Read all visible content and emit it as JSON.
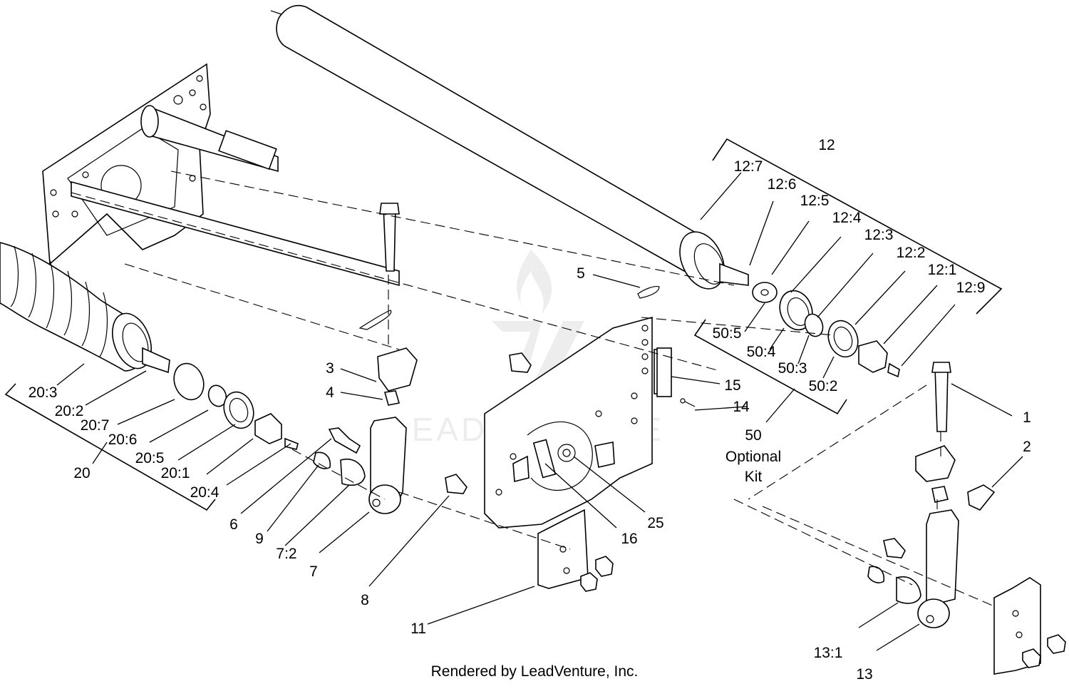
{
  "labels": [
    {
      "key": "l12",
      "text": "12"
    },
    {
      "key": "l12_7",
      "text": "12:7"
    },
    {
      "key": "l12_6",
      "text": "12:6"
    },
    {
      "key": "l12_5",
      "text": "12:5"
    },
    {
      "key": "l12_4",
      "text": "12:4"
    },
    {
      "key": "l12_3",
      "text": "12:3"
    },
    {
      "key": "l12_2",
      "text": "12:2"
    },
    {
      "key": "l12_1",
      "text": "12:1"
    },
    {
      "key": "l12_9",
      "text": "12:9"
    },
    {
      "key": "l50_5",
      "text": "50:5"
    },
    {
      "key": "l50_4",
      "text": "50:4"
    },
    {
      "key": "l50_3",
      "text": "50:3"
    },
    {
      "key": "l50_2",
      "text": "50:2"
    },
    {
      "key": "l50",
      "text": "50"
    },
    {
      "key": "l50a",
      "text": "Optional"
    },
    {
      "key": "l50b",
      "text": "Kit"
    },
    {
      "key": "l1",
      "text": "1"
    },
    {
      "key": "l2",
      "text": "2"
    },
    {
      "key": "l3",
      "text": "3"
    },
    {
      "key": "l4",
      "text": "4"
    },
    {
      "key": "l5",
      "text": "5"
    },
    {
      "key": "l6",
      "text": "6"
    },
    {
      "key": "l7",
      "text": "7"
    },
    {
      "key": "l7_2",
      "text": "7:2"
    },
    {
      "key": "l8",
      "text": "8"
    },
    {
      "key": "l9",
      "text": "9"
    },
    {
      "key": "l11",
      "text": "11"
    },
    {
      "key": "l13",
      "text": "13"
    },
    {
      "key": "l13_1",
      "text": "13:1"
    },
    {
      "key": "l14",
      "text": "14"
    },
    {
      "key": "l15",
      "text": "15"
    },
    {
      "key": "l16",
      "text": "16"
    },
    {
      "key": "l25",
      "text": "25"
    },
    {
      "key": "l20",
      "text": "20"
    },
    {
      "key": "l20_1",
      "text": "20:1"
    },
    {
      "key": "l20_2",
      "text": "20:2"
    },
    {
      "key": "l20_3",
      "text": "20:3"
    },
    {
      "key": "l20_4",
      "text": "20:4"
    },
    {
      "key": "l20_5",
      "text": "20:5"
    },
    {
      "key": "l20_6",
      "text": "20:6"
    },
    {
      "key": "l20_7",
      "text": "20:7"
    }
  ],
  "watermark": {
    "text": "LEADVENTURE",
    "color": "#d9d9d9"
  },
  "footer": "Rendered by LeadVenture, Inc.",
  "colors": {
    "line": "#000000",
    "background": "#ffffff"
  }
}
